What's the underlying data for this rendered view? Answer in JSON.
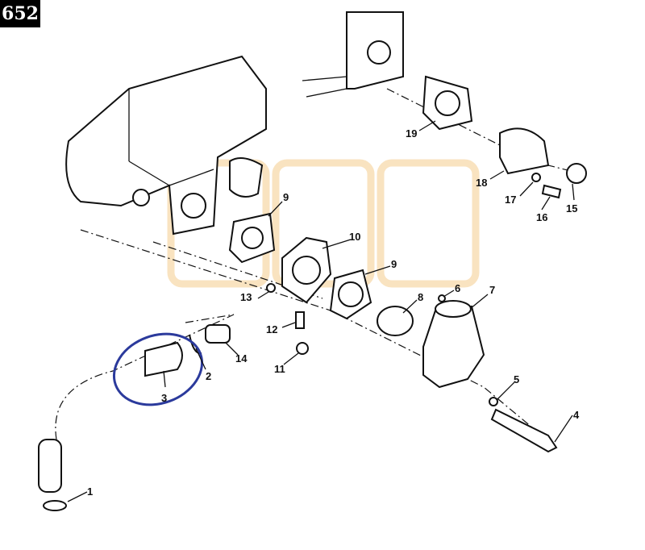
{
  "page_number": "652",
  "callouts": [
    "1",
    "2",
    "3",
    "4",
    "5",
    "6",
    "7",
    "8",
    "9",
    "9",
    "10",
    "11",
    "12",
    "13",
    "14",
    "15",
    "16",
    "17",
    "18",
    "19"
  ],
  "highlight_color": "#2b3a9c",
  "watermark_color": "#f7dcb0"
}
